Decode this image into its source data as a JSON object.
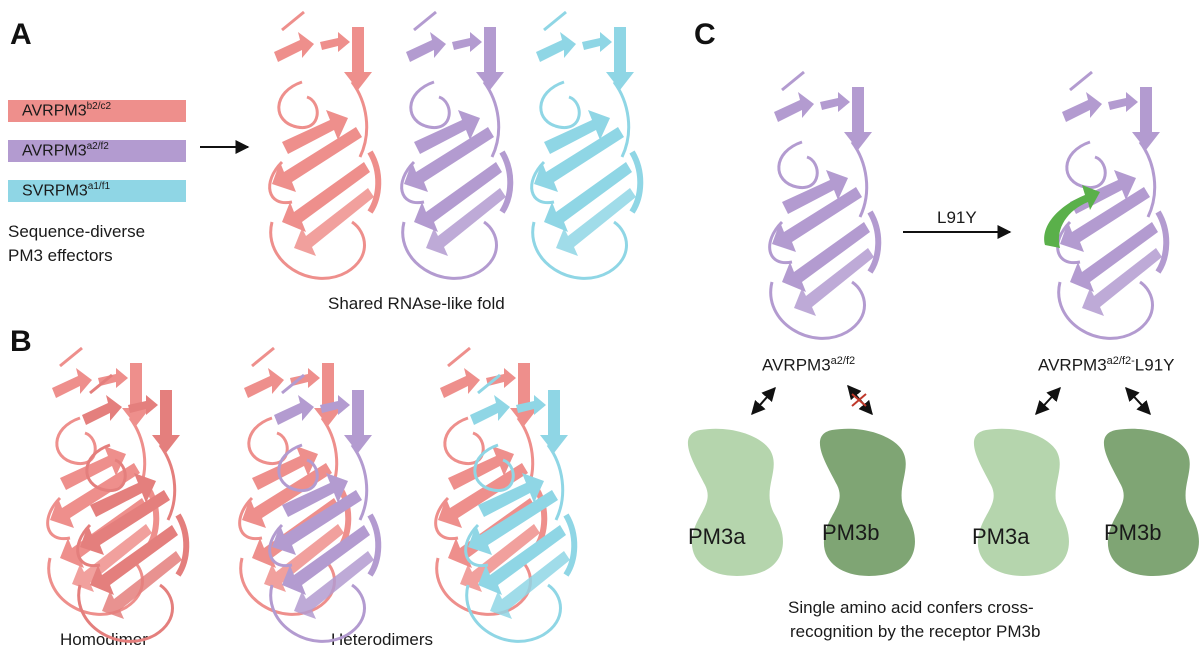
{
  "colors": {
    "salmon": "#ee8f8c",
    "salmon_dark": "#d86f6e",
    "purple": "#b39bd0",
    "purple_dark": "#9a7cc0",
    "cyan": "#8fd6e5",
    "cyan_dark": "#69c2d8",
    "green_mut": "#5ab04a",
    "pm3a": "#b5d5ad",
    "pm3b": "#7fa574",
    "cross": "#c0392b"
  },
  "panel_a": {
    "letter": "A",
    "effectors": [
      {
        "name": "AVRPM3",
        "sup": "b2/c2",
        "color": "salmon"
      },
      {
        "name": "AVRPM3",
        "sup": "a2/f2",
        "color": "purple"
      },
      {
        "name": "SVRPM3",
        "sup": "a1/f1",
        "color": "cyan"
      }
    ],
    "caption_line1": "Sequence-diverse",
    "caption_line2": "PM3 effectors",
    "fold_caption": "Shared RNAse-like fold"
  },
  "panel_b": {
    "letter": "B",
    "homodimer_label": "Homodimer",
    "heterodimer_label": "Heterodimers"
  },
  "panel_c": {
    "letter": "C",
    "mutation_label": "L91Y",
    "left_name": "AVRPM3",
    "left_sup": "a2/f2",
    "right_name": "AVRPM3",
    "right_sup": "a2/f2-",
    "right_suffix": "L91Y",
    "receptors": [
      "PM3a",
      "PM3b",
      "PM3a",
      "PM3b"
    ],
    "caption_line1": "Single amino acid confers cross-",
    "caption_line2": "recognition by the receptor PM3b"
  }
}
